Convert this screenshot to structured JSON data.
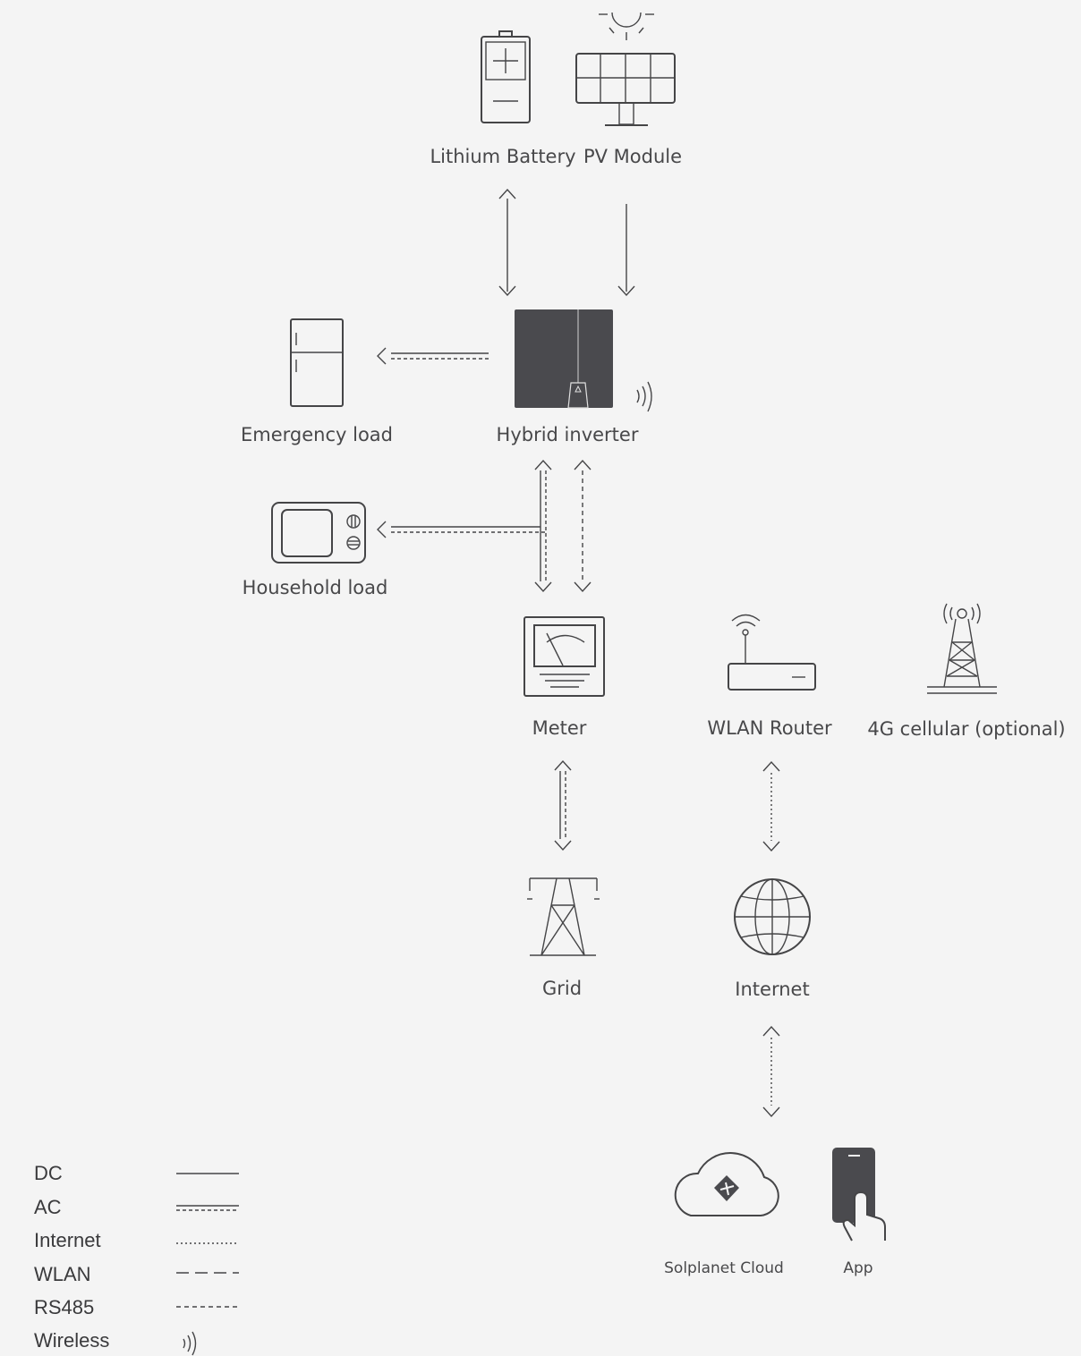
{
  "nodes": {
    "battery": "Lithium Battery",
    "pv": "PV Module",
    "inverter": "Hybrid inverter",
    "emergency": "Emergency load",
    "household": "Household load",
    "meter": "Meter",
    "router": "WLAN Router",
    "cellular": "4G cellular (optional)",
    "grid": "Grid",
    "internet": "Internet",
    "cloud": "Solplanet Cloud",
    "app": "App"
  },
  "legend": [
    {
      "label": "DC",
      "line": "solid"
    },
    {
      "label": "AC",
      "line": "solid-over-dashed"
    },
    {
      "label": "Internet",
      "line": "dotted"
    },
    {
      "label": "WLAN",
      "line": "long-dash"
    },
    {
      "label": "RS485",
      "line": "short-dash"
    },
    {
      "label": "Wireless",
      "line": "wireless-icon"
    }
  ],
  "colors": {
    "background": "#f4f4f4",
    "stroke": "#454547",
    "fill": "#4a4a4e"
  }
}
